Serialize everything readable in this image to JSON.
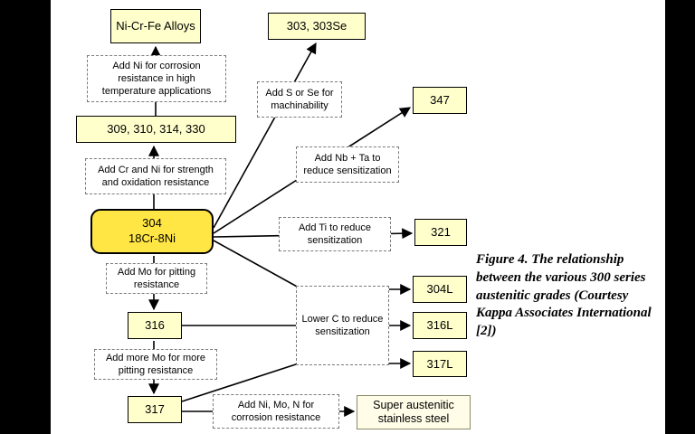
{
  "colors": {
    "node-fill": "#ffffcc",
    "highlight-fill": "#ffe645",
    "super-fill": "#fffde7",
    "line": "#000000",
    "dash-border": "#7a7a7a"
  },
  "caption": "Figure 4. The relationship between the various 300 series austenitic grades (Courtesy Kappa Associates International [2])",
  "nodes": {
    "ni_cr_fe": "Ni-Cr-Fe Alloys",
    "g303": "303, 303Se",
    "g347": "347",
    "g309": "309, 310, 314, 330",
    "g304": "304",
    "g304_comp": "18Cr-8Ni",
    "g321": "321",
    "g316": "316",
    "g304l": "304L",
    "g316l": "316L",
    "g317l": "317L",
    "g317": "317",
    "super_austenitic": "Super austenitic stainless steel"
  },
  "steps": {
    "add_ni": "Add Ni for corrosion resistance in high temperature applications",
    "add_cr_ni": "Add Cr and Ni for strength and oxidation resistance",
    "add_s_se": "Add S or Se for machinability",
    "add_nb_ta": "Add Nb + Ta to reduce sensitization",
    "add_ti": "Add Ti to reduce sensitization",
    "add_mo": "Add Mo for pitting resistance",
    "lower_c": "Lower C to reduce sensitization",
    "add_more_mo": "Add more Mo for more pitting resistance",
    "add_ni_mo_n": "Add Ni, Mo, N for corrosion resistance"
  }
}
